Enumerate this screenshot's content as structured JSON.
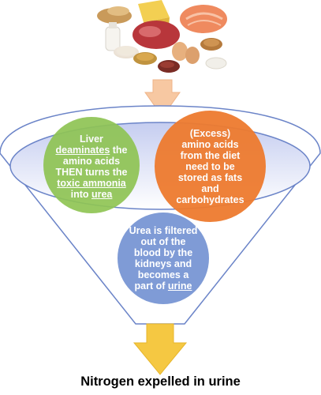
{
  "food_image": {
    "content": "protein-rich foods: meat, fish, eggs, cheese, beans, milk, grains"
  },
  "bubbles": {
    "liver": {
      "l1": "Liver",
      "l2a": "deaminates",
      "l2b": " the",
      "l3": "amino acids",
      "l4": "THEN turns the",
      "l5": "toxic ammonia",
      "l6a": "into ",
      "l6b": "urea"
    },
    "excess": {
      "l1": "(Excess)",
      "l2": "amino acids",
      "l3": "from the diet",
      "l4": "need to be",
      "l5": "stored as fats",
      "l6": "and",
      "l7": "carbohydrates"
    },
    "urea": {
      "l1": "Urea is filtered",
      "l2": "out of the",
      "l3": "blood by the",
      "l4": "kidneys and",
      "l5": "becomes a",
      "l6a": "part of ",
      "l6b": "urine"
    }
  },
  "caption": "Nitrogen expelled in urine",
  "colors": {
    "funnel_top": "#c3ccef",
    "funnel_outline": "#6b84c8",
    "arrow_top": "#f7c8a2",
    "arrow_bottom": "#f5c842",
    "liver": "#8fc454",
    "excess": "#ee7b2f",
    "urea": "#7f9bd6"
  }
}
